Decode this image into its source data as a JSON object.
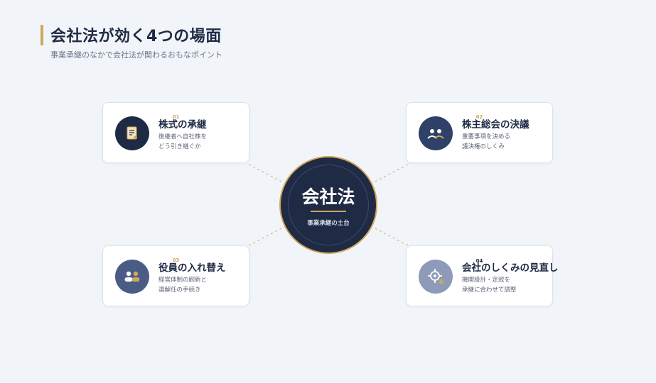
{
  "header": {
    "title": "会社法が効く4つの場面",
    "subtitle": "事業承継のなかで会社法が関わるおもなポイント"
  },
  "center": {
    "title": "会社法",
    "subtitle": "事業承継の土台"
  },
  "cards": [
    {
      "number": "01",
      "title": "株式の承継",
      "desc": [
        "後継者へ自社株を",
        "どう引き継ぐか"
      ],
      "icon": "document-icon"
    },
    {
      "number": "02",
      "title": "株主総会の決議",
      "desc": [
        "重要事項を決める",
        "議決権のしくみ"
      ],
      "icon": "meeting-icon"
    },
    {
      "number": "03",
      "title": "役員の入れ替え",
      "desc": [
        "経営体制の刷新と",
        "選解任の手続き"
      ],
      "icon": "people-icon"
    },
    {
      "number": "04",
      "title": "会社のしくみの見直し",
      "desc": [
        "機関設計・定款を",
        "承継に合わせて調整"
      ],
      "icon": "target-icon"
    }
  ],
  "colors": {
    "navy": "#1f2a44",
    "gold": "#cfa65a",
    "background": "#f1f4f9"
  }
}
